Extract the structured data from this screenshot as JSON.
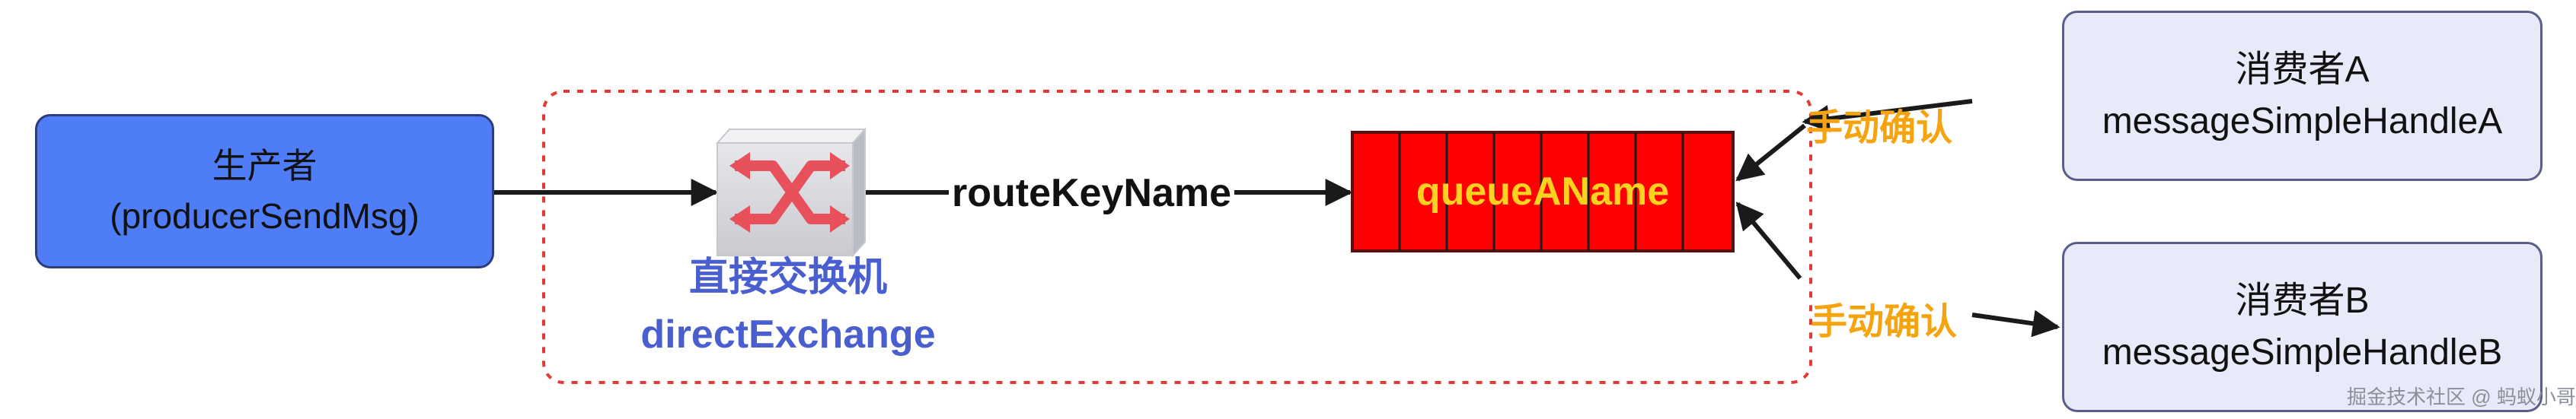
{
  "diagram": {
    "producer": {
      "name": "生产者",
      "method": "(producerSendMsg)"
    },
    "exchange": {
      "name": "直接交换机",
      "id": "directExchange",
      "icon": "switch-arrows-icon"
    },
    "routing_key": "routeKeyName",
    "queue": {
      "name": "queueAName",
      "color": "#ff0000"
    },
    "consumers": [
      {
        "name": "消费者A",
        "handler": "messageSimpleHandleA",
        "ack": "手动确认"
      },
      {
        "name": "消费者B",
        "handler": "messageSimpleHandleB",
        "ack": "手动确认"
      }
    ],
    "colors": {
      "producer_fill": "#4f7cf7",
      "consumer_fill": "#e9eaf9",
      "ack_text": "#f5a30e",
      "exchange_text": "#4a5fcf",
      "queue_text": "#ffd21f",
      "group_border": "#e53935"
    }
  },
  "watermark": "掘金技术社区 @ 蚂蚁小哥"
}
